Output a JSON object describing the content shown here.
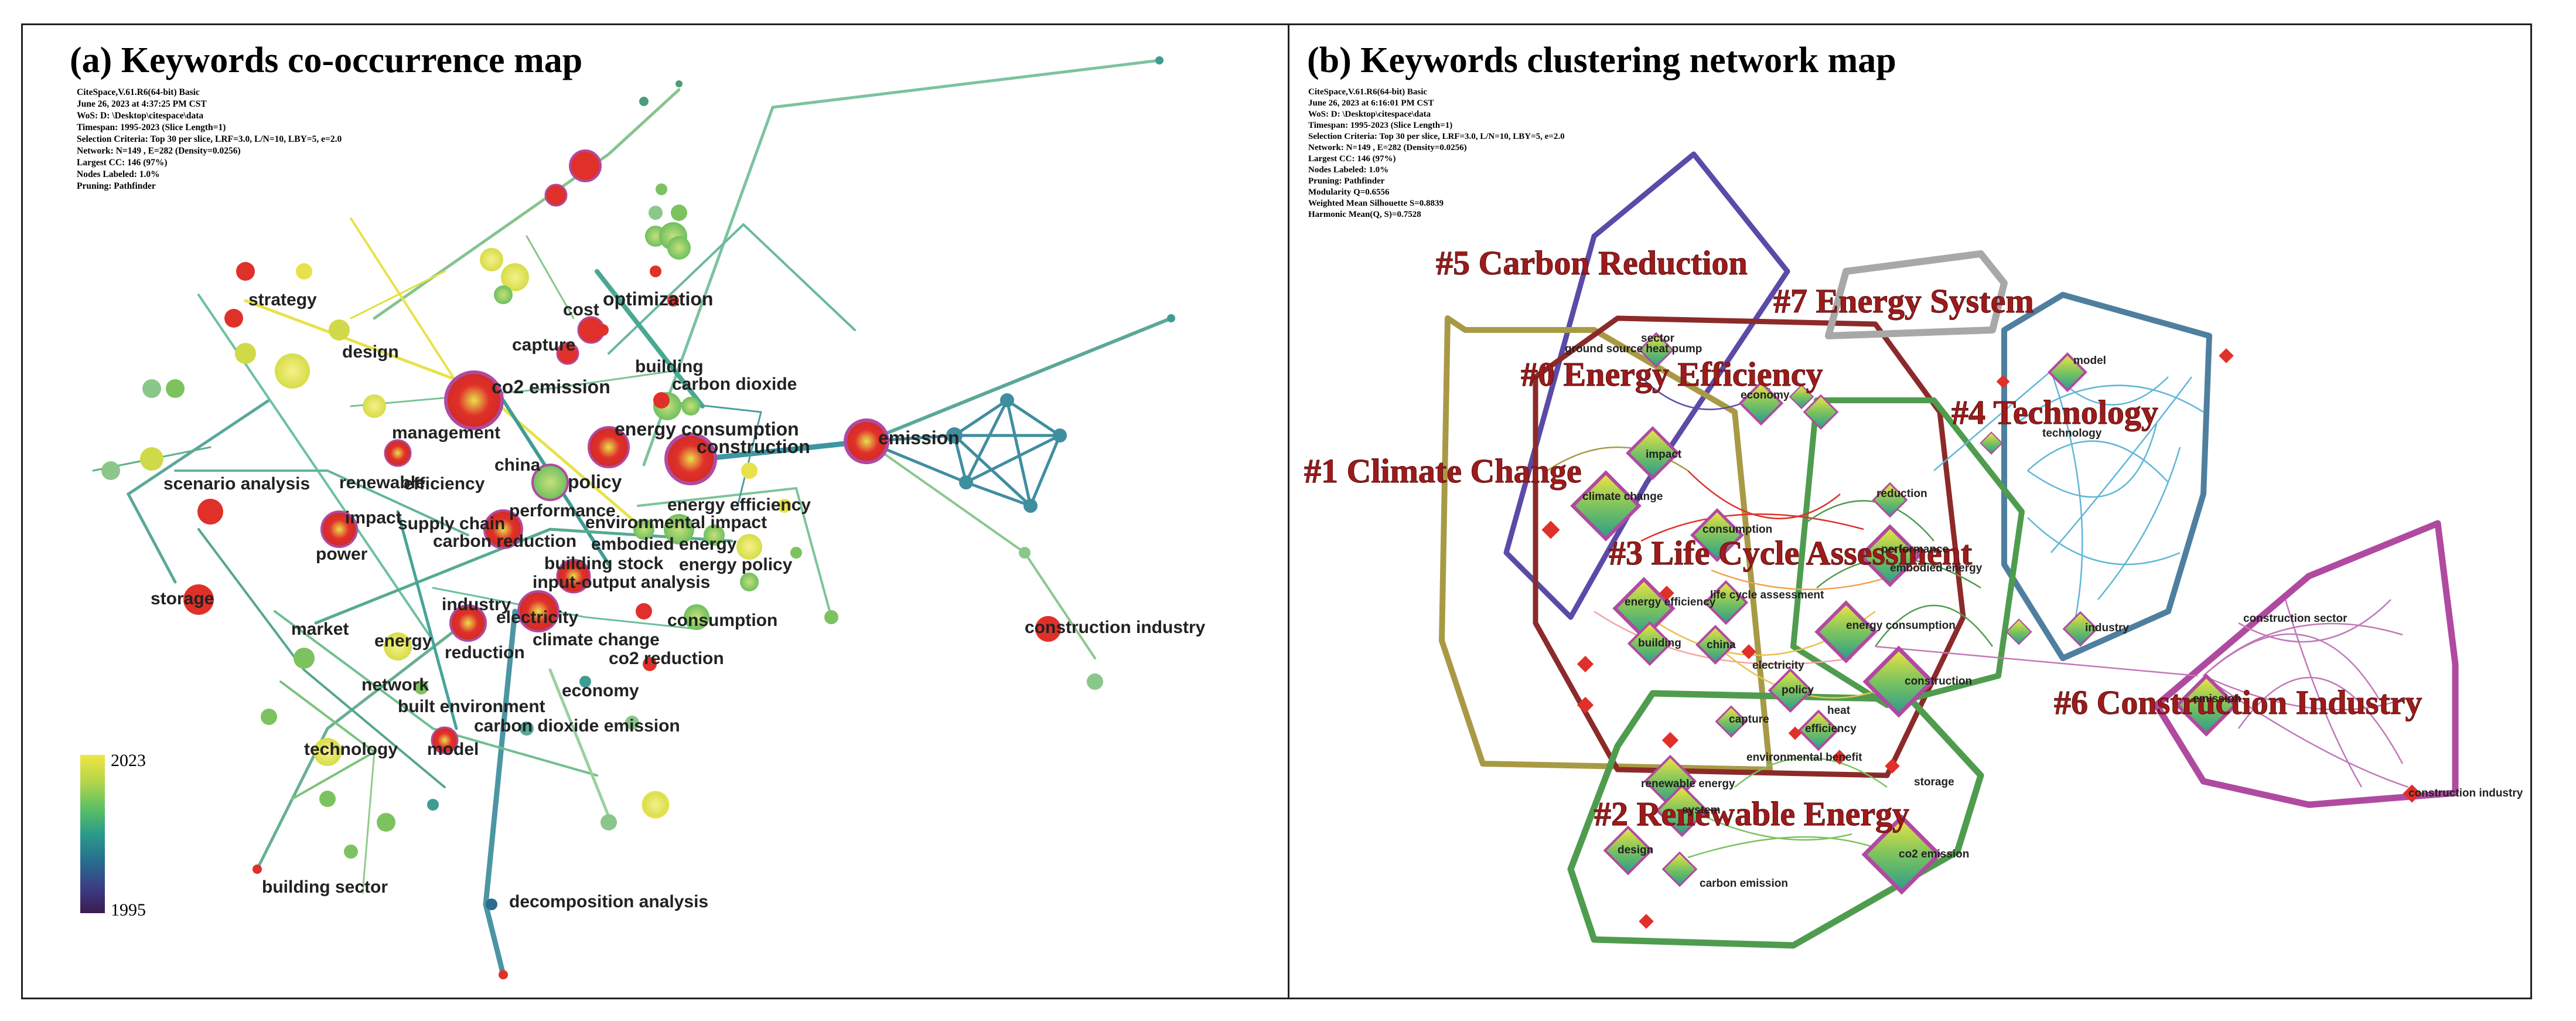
{
  "panel_a": {
    "title": "(a) Keywords co-occurrence map",
    "meta": [
      "CiteSpace,V.61.R6(64-bit) Basic",
      "June 26, 2023 at 4:37:25 PM CST",
      "WoS: D: \\Desktop\\citespace\\data",
      "Timespan: 1995-2023 (Slice Length=1)",
      "Selection Criteria: Top 30 per slice, LRF=3.0, L/N=10, LBY=5, e=2.0",
      "Network: N=149 , E=282 (Density=0.0256)",
      "Largest CC: 146 (97%)",
      "Nodes Labeled: 1.0%",
      "Pruning: Pathfinder"
    ],
    "legend": {
      "top": "2023",
      "bottom": "1995"
    },
    "keywords": {
      "strategy": "strategy",
      "optimization": "optimization",
      "cost": "cost",
      "design": "design",
      "capture": "capture",
      "building": "building",
      "co2_emission": "co2 emission",
      "carbon_dioxide": "carbon dioxide",
      "emission": "emission",
      "management": "management",
      "energy_consumption": "energy consumption",
      "construction": "construction",
      "china": "china",
      "scenario_analysis": "scenario analysis",
      "renewable": "renewable",
      "efficiency": "efficiency",
      "policy": "policy",
      "energy_efficiency": "energy efficiency",
      "impact": "impact",
      "performance": "performance",
      "environmental_impact": "environmental impact",
      "supply_chain": "supply chain",
      "carbon_reduction": "carbon reduction",
      "embodied_energy": "embodied energy",
      "power": "power",
      "building_stock": "building stock",
      "energy_policy": "energy policy",
      "storage": "storage",
      "input_output_analysis": "input-output analysis",
      "industry": "industry",
      "electricity": "electricity",
      "consumption": "consumption",
      "market": "market",
      "energy": "energy",
      "climate_change": "climate change",
      "construction_industry": "construction industry",
      "reduction": "reduction",
      "co2_reduction": "co2 reduction",
      "network": "network",
      "economy": "economy",
      "built_environment": "built environment",
      "carbon_dioxide_emission": "carbon dioxide emission",
      "technology": "technology",
      "model": "model",
      "building_sector": "building sector",
      "decomposition_analysis": "decomposition analysis"
    }
  },
  "panel_b": {
    "title": "(b) Keywords clustering network map",
    "meta": [
      "CiteSpace,V.61.R6(64-bit) Basic",
      "June 26, 2023 at 6:16:01 PM CST",
      "WoS: D: \\Desktop\\citespace\\data",
      "Timespan: 1995-2023 (Slice Length=1)",
      "Selection Criteria: Top 30 per slice, LRF=3.0, L/N=10, LBY=5, e=2.0",
      "Network: N=149 , E=282 (Density=0.0256)",
      "Largest CC: 146 (97%)",
      "Nodes Labeled: 1.0%",
      "Pruning: Pathfinder",
      "Modularity Q=0.6556",
      "Weighted Mean Silhouette S=0.8839",
      "Harmonic Mean(Q, S)=0.7528"
    ],
    "clusters": {
      "c5": "#5 Carbon Reduction",
      "c7": "#7 Energy System",
      "c0": "#0 Energy Efficiency",
      "c4": "#4 Technology",
      "c1": "#1 Climate Change",
      "c3": "#3 Life Cycle Assessment",
      "c6": "#6 Construction Industry",
      "c2": "#2 Renewable Energy"
    },
    "keywords": {
      "sector": "sector",
      "ground_source_heat_pump": "ground source heat pump",
      "model": "model",
      "economy": "economy",
      "technology": "technology",
      "impact": "impact",
      "climate_change": "climate change",
      "reduction": "reduction",
      "consumption": "consumption",
      "performance": "performance",
      "embodied_energy": "embodied energy",
      "energy_efficiency": "energy efficiency",
      "life_cycle_assessment": "life cycle assessment",
      "building": "building",
      "china": "china",
      "energy_consumption": "energy consumption",
      "industry": "industry",
      "construction_sector": "construction sector",
      "electricity": "electricity",
      "construction": "construction",
      "emission": "emission",
      "policy": "policy",
      "heat": "heat",
      "efficiency": "efficiency",
      "capture": "capture",
      "environmental_benefit": "environmental benefit",
      "renewable_energy": "renewable energy",
      "storage": "storage",
      "system": "system",
      "design": "design",
      "co2_emission": "co2 emission",
      "carbon_emission": "carbon emission",
      "construction_industry": "construction industry"
    }
  },
  "colors": {
    "red": "#e0302a",
    "yellow": "#e8e24a",
    "green": "#7cc35f",
    "teal": "#3f9c94",
    "magenta": "#b04aa0",
    "purple": "#5b4aa8",
    "olive": "#a89a45",
    "maroon": "#8c2a2a",
    "gray": "#a8a8a8",
    "steel": "#4f7f9f",
    "dgreen": "#4f9c4f",
    "cluster_text": "#9e1b1b"
  }
}
